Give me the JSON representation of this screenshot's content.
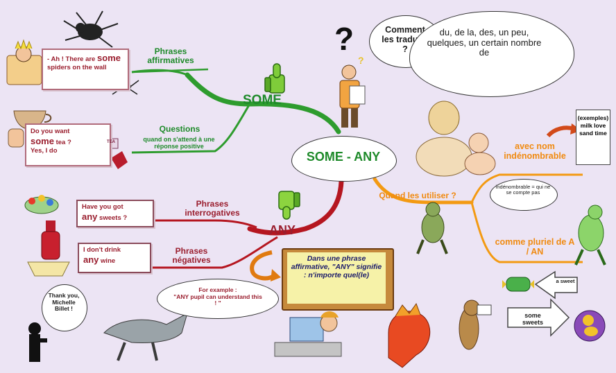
{
  "center_label": "SOME - ANY",
  "some": {
    "label": "SOME",
    "branch_affirmative": "Phrases affirmatives",
    "branch_questions": "Questions",
    "branch_questions_note": "quand on s'attend à une réponse positive",
    "example_affirmative": {
      "pre": "- Ah ! There are",
      "key": "some",
      "post": "spiders on the wall"
    },
    "example_question": {
      "pre": "Do you want",
      "key": "some",
      "post": "tea ?",
      "answer": "Yes, I do",
      "tea_tag": "TEA"
    }
  },
  "any": {
    "label": "ANY",
    "branch_interrogatives": "Phrases interrogatives",
    "branch_negatives": "Phrases négatives",
    "example_interrogative": {
      "pre": "Have you got",
      "key": "any",
      "post": "sweets ?"
    },
    "example_negative": {
      "pre": "I don't drink",
      "key": "any",
      "post": "wine"
    },
    "board_text": "Dans une phrase affirmative, \"ANY\" signifie : n'importe quel(le)",
    "example_cloud": {
      "line1": "For example :",
      "line2": "\"ANY pupil can understand this ! \""
    },
    "thanks_bubble": "Thank you, Michelle Billet !"
  },
  "question_bubble": "Comment les traduire ?",
  "translation_cloud": "du, de la, des, un peu, quelques, un certain nombre de",
  "usage": {
    "label": "Quand les utiliser ?",
    "uncountable": "avec nom indénombrable",
    "uncountable_note": "indénombrable = qui ne se compte pas",
    "plural": "comme pluriel de A / AN",
    "examples_box": "(exemples) milk love sand time",
    "a_sweet": "a sweet",
    "some_sweets": "some sweets"
  },
  "colors": {
    "background": "#ece4f4",
    "some_branch": "#2e9c2e",
    "any_branch": "#b51620",
    "usage_branch": "#f39a12",
    "green_text": "#1e8a2a",
    "red_text": "#9a1e2e",
    "orange_text": "#f08a10"
  },
  "icons": [
    "question-mark-icon",
    "thumbs-up-icon",
    "thumbs-down-icon",
    "arrow-curve-icon",
    "spider-icon",
    "teacup-icon",
    "dinosaur-icon",
    "candy-icon"
  ]
}
